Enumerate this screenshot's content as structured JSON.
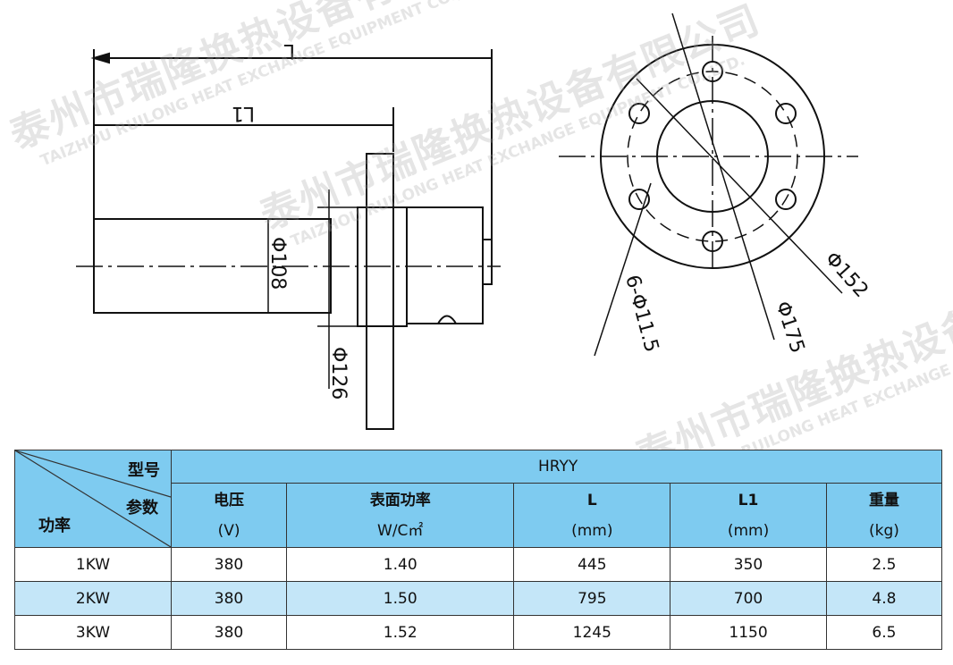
{
  "drawing": {
    "labels": {
      "L": "L",
      "L1": "L1",
      "d108": "Φ108",
      "d126": "Φ126",
      "holes": "6-Φ11.5",
      "d175": "Φ175",
      "d152": "Φ152"
    }
  },
  "watermark": {
    "cn": "泰州市瑞隆换热设备有限公司",
    "en": "TAIZHOU RUILONG HEAT EXCHANGE EQUIPMENT CO.,LTD."
  },
  "table": {
    "corner": {
      "model": "型号",
      "params": "参数",
      "power": "功率"
    },
    "model": "HRYY",
    "columns": [
      {
        "name": "电压",
        "unit": "(V)"
      },
      {
        "name": "表面功率",
        "unit": "W/C㎡"
      },
      {
        "name": "L",
        "unit": "(mm)"
      },
      {
        "name": "L1",
        "unit": "(mm)"
      },
      {
        "name": "重量",
        "unit": "(kg)"
      }
    ],
    "rows": [
      {
        "power": "1KW",
        "values": [
          "380",
          "1.40",
          "445",
          "350",
          "2.5"
        ]
      },
      {
        "power": "2KW",
        "values": [
          "380",
          "1.50",
          "795",
          "700",
          "4.8"
        ]
      },
      {
        "power": "3KW",
        "values": [
          "380",
          "1.52",
          "1245",
          "1150",
          "6.5"
        ]
      }
    ]
  },
  "colors": {
    "header": "#7ecbf0",
    "alt_row": "#c4e6f8"
  }
}
